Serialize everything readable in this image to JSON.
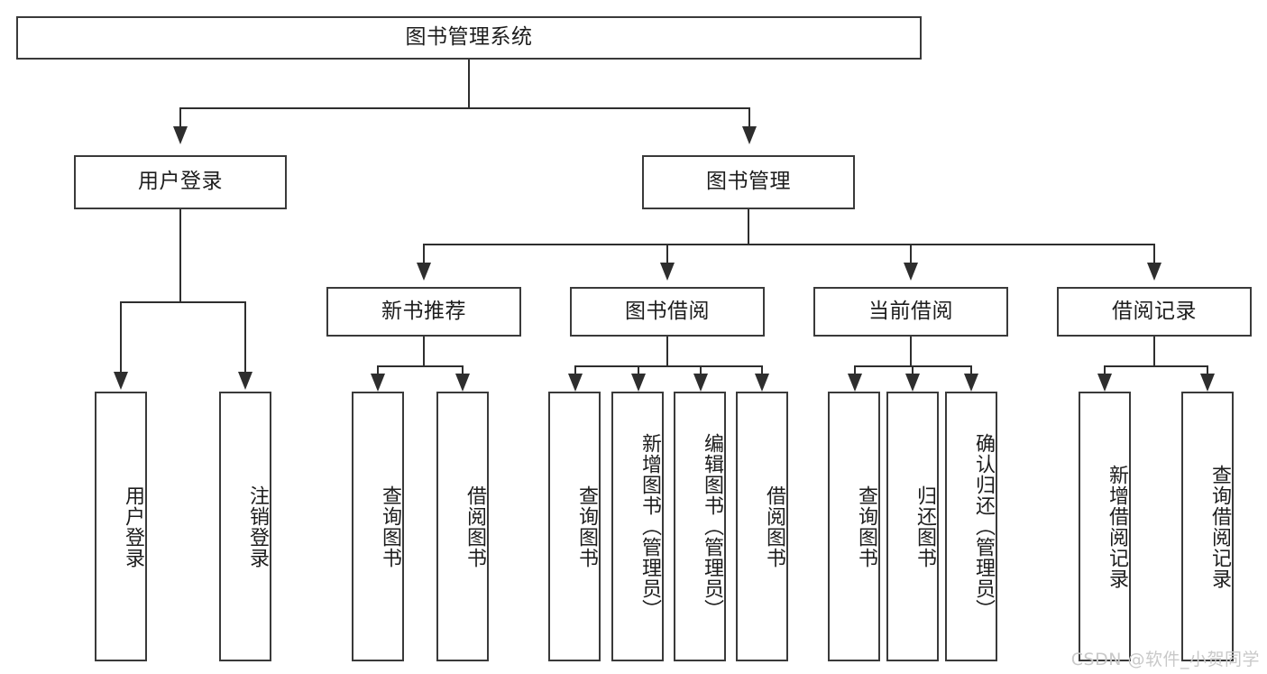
{
  "diagram": {
    "title": "图书管理系统",
    "watermark": "CSDN @软件_小贺同学",
    "colors": {
      "box_border": "#3a3a3a",
      "line": "#2e2e2e",
      "text": "#1d1d1d",
      "background": "#ffffff",
      "watermark": "#c9c9c9"
    },
    "root": {
      "label": "图书管理系统"
    },
    "level2": [
      {
        "label": "用户登录"
      },
      {
        "label": "图书管理"
      }
    ],
    "level3": [
      {
        "label": "新书推荐"
      },
      {
        "label": "图书借阅"
      },
      {
        "label": "当前借阅"
      },
      {
        "label": "借阅记录"
      }
    ],
    "leaves": {
      "user_login": [
        {
          "label": "用户登录"
        },
        {
          "label": "注销登录"
        }
      ],
      "new_book_recommend": [
        {
          "label": "查询图书"
        },
        {
          "label": "借阅图书"
        }
      ],
      "book_borrow": [
        {
          "label": "查询图书"
        },
        {
          "label": "新增图书（管理员）"
        },
        {
          "label": "编辑图书（管理员）"
        },
        {
          "label": "借阅图书"
        }
      ],
      "current_borrow": [
        {
          "label": "查询图书"
        },
        {
          "label": "归还图书"
        },
        {
          "label": "确认归还（管理员）"
        }
      ],
      "borrow_records": [
        {
          "label": "新增借阅记录"
        },
        {
          "label": "查询借阅记录"
        }
      ]
    }
  }
}
